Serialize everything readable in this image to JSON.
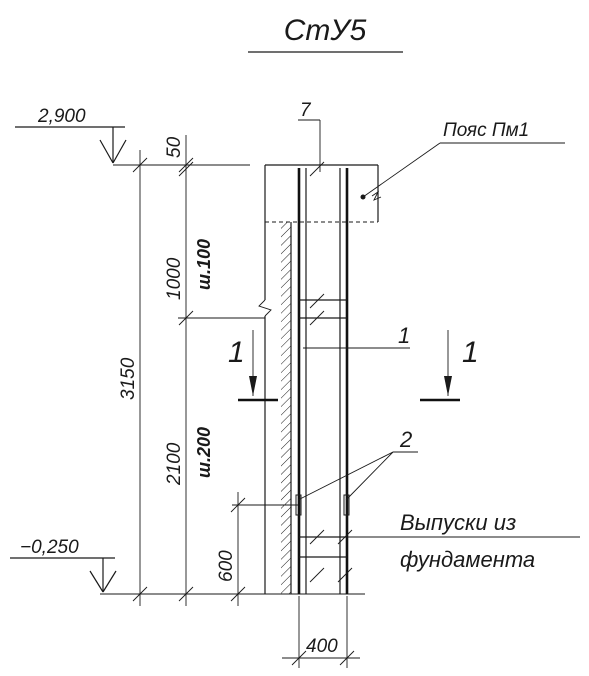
{
  "title": "СтУ5",
  "levels": {
    "top": "2,900",
    "bottom": "−0,250"
  },
  "dimensions": {
    "total": "3150",
    "d50": "50",
    "d1000": "1000",
    "d2100": "2100",
    "d600": "600",
    "width": "400"
  },
  "spacing": {
    "upper": "ш.100",
    "lower": "ш.200"
  },
  "callouts": {
    "belt": "Пояс Пм1",
    "item7": "7",
    "item1": "1",
    "item2": "2",
    "outlet_line1": "Выпуски из",
    "outlet_line2": "фундамента"
  },
  "section_marks": {
    "left": "1",
    "right": "1"
  }
}
